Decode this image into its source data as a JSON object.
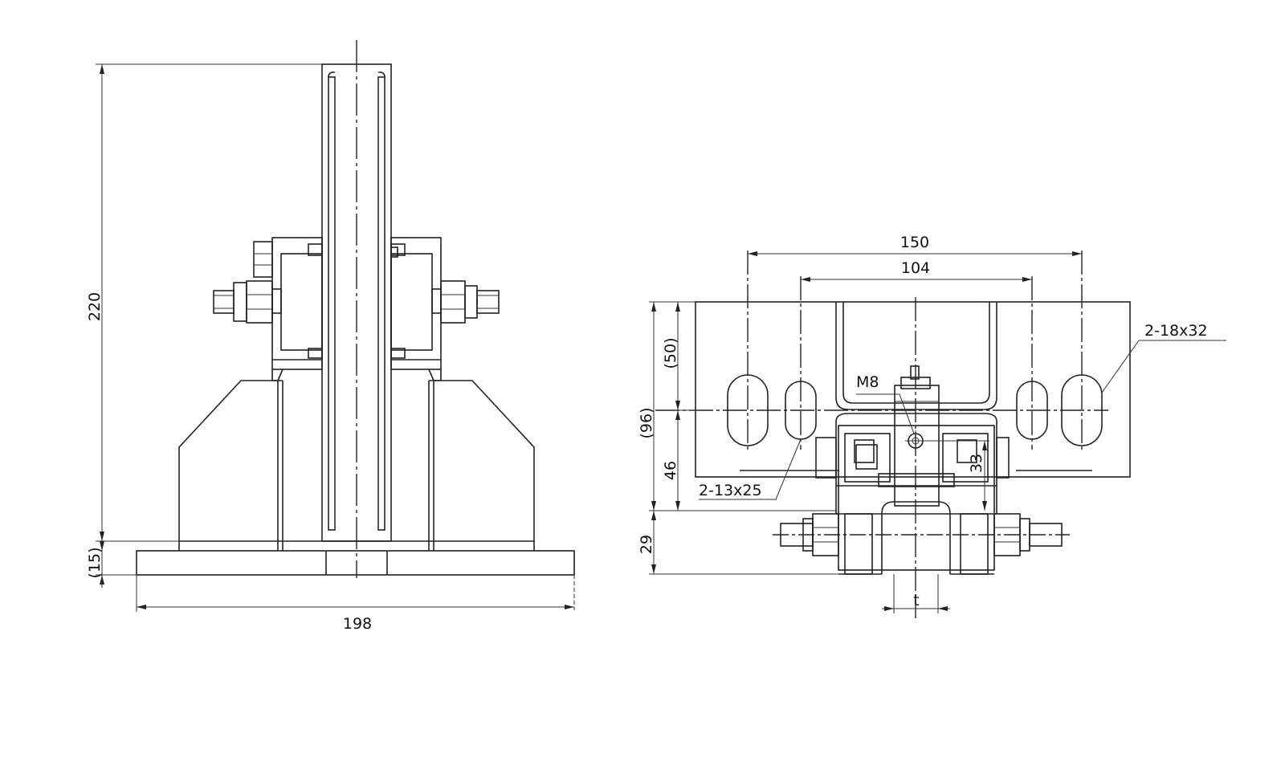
{
  "front_view": {
    "dim_height_total": "220",
    "dim_base_thickness": "(15)",
    "dim_width_total": "198"
  },
  "side_view": {
    "dim_slot_outer_span": "150",
    "dim_slot_inner_span": "104",
    "label_large_slots": "2-18x32",
    "label_thread": "M8",
    "label_small_slots": "2-13x25",
    "dim_upper_height": "(50)",
    "dim_overall_height": "(96)",
    "dim_lower_height": "46",
    "dim_bottom_height": "29",
    "dim_bolt_offset": "33",
    "label_rail_thickness": "t"
  }
}
